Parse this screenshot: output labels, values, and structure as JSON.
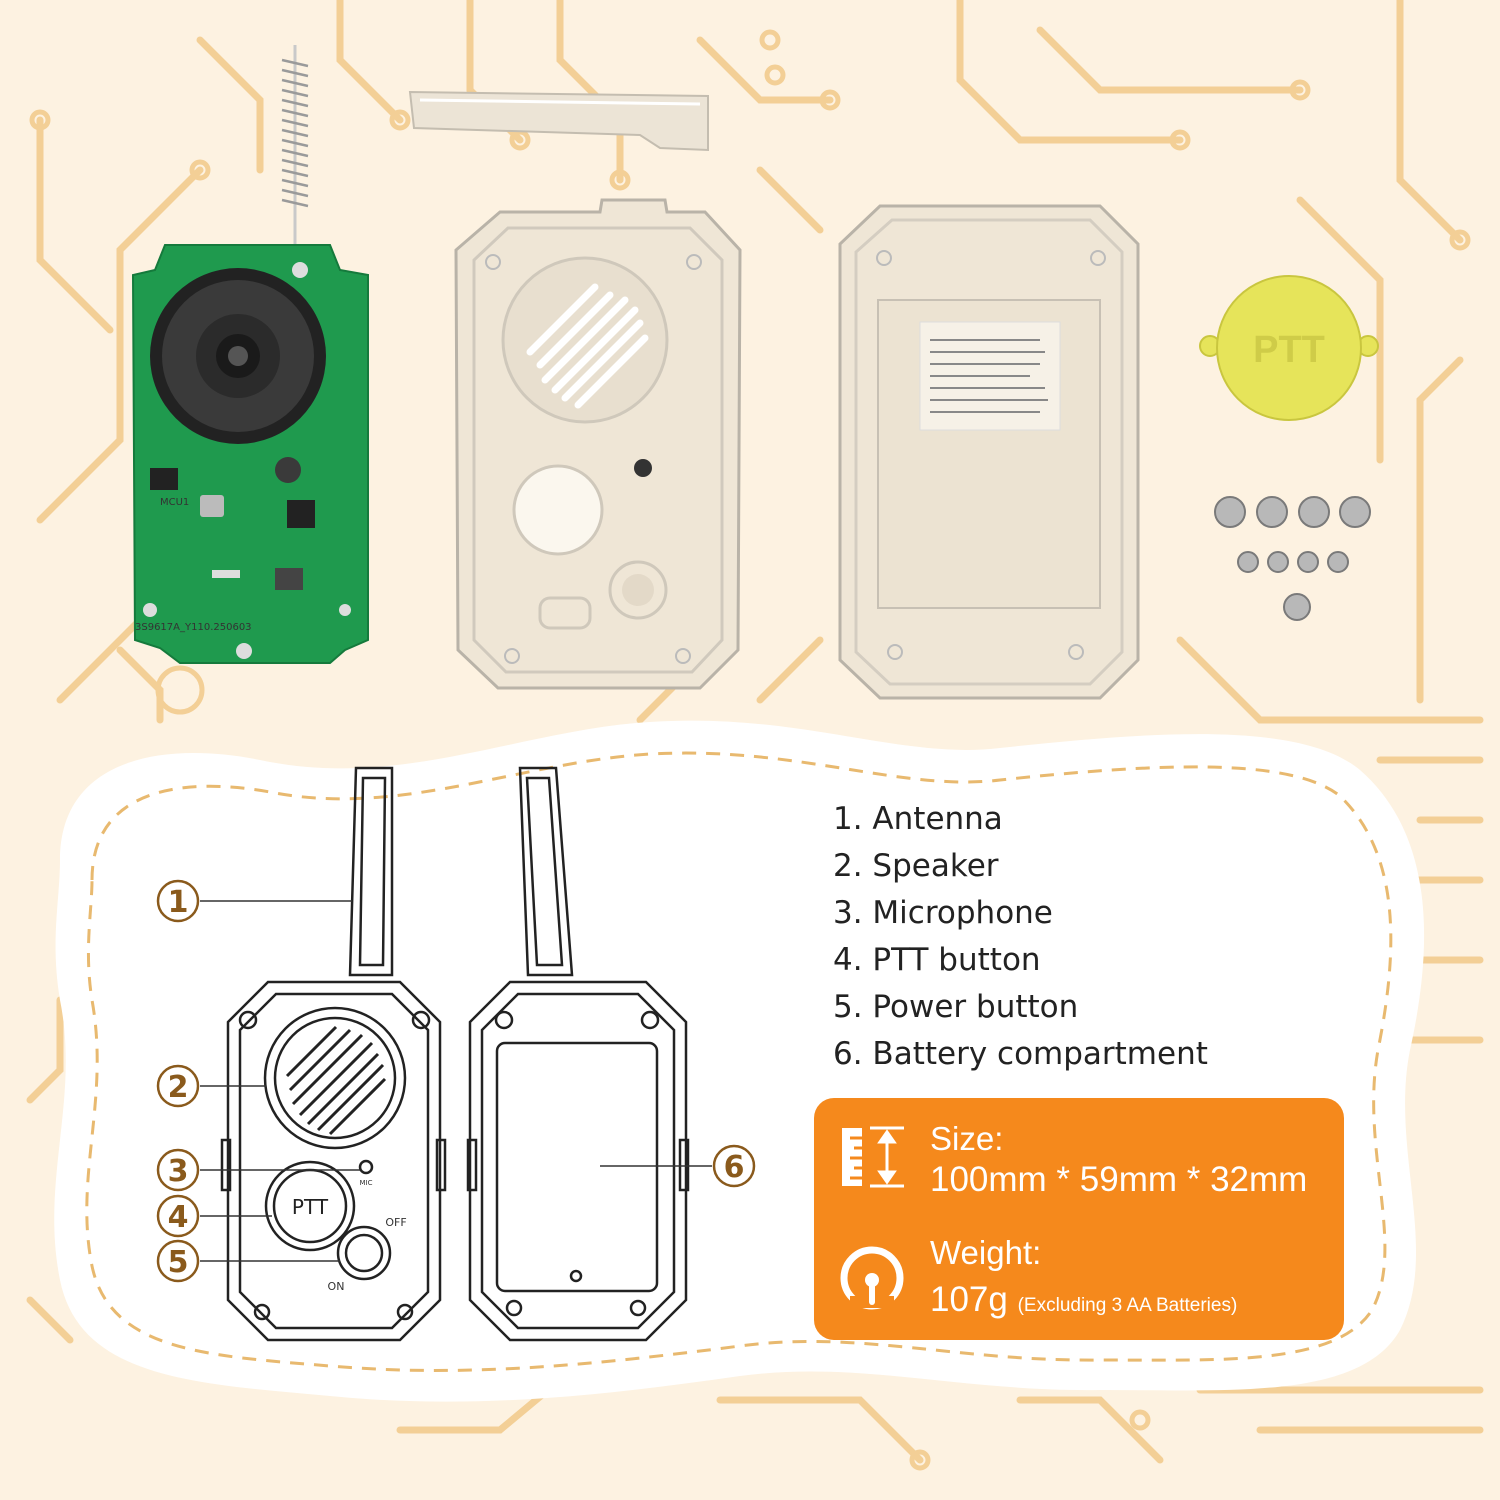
{
  "photo_labels": {
    "ptt_cap": "PTT",
    "pcb_silkscreen": "3S9617A_Y110.250603",
    "pcb_mcu": "MCU1"
  },
  "diagram": {
    "callouts": [
      "1",
      "2",
      "3",
      "4",
      "5",
      "6"
    ],
    "ptt_label": "PTT",
    "mic_label": "MIC",
    "off_label": "OFF",
    "on_label": "ON"
  },
  "legend": {
    "items": [
      "1. Antenna",
      "2. Speaker",
      "3. Microphone",
      "4. PTT button",
      "5. Power button",
      "6. Battery compartment"
    ]
  },
  "specs": {
    "size_label": "Size:",
    "size_value": "100mm * 59mm * 32mm",
    "weight_label": "Weight:",
    "weight_value": "107g",
    "weight_note": "(Excluding 3 AA Batteries)",
    "icons": [
      "ruler-icon",
      "gauge-icon"
    ]
  },
  "colors": {
    "background": "#fdf2e1",
    "circuit_traces": "#f3cf96",
    "pcb_green": "#1f9a4e",
    "accent_orange": "#f5891c",
    "callout_brown": "#8a5a1c",
    "ptt_cap_yellow": "#e6e45a"
  }
}
